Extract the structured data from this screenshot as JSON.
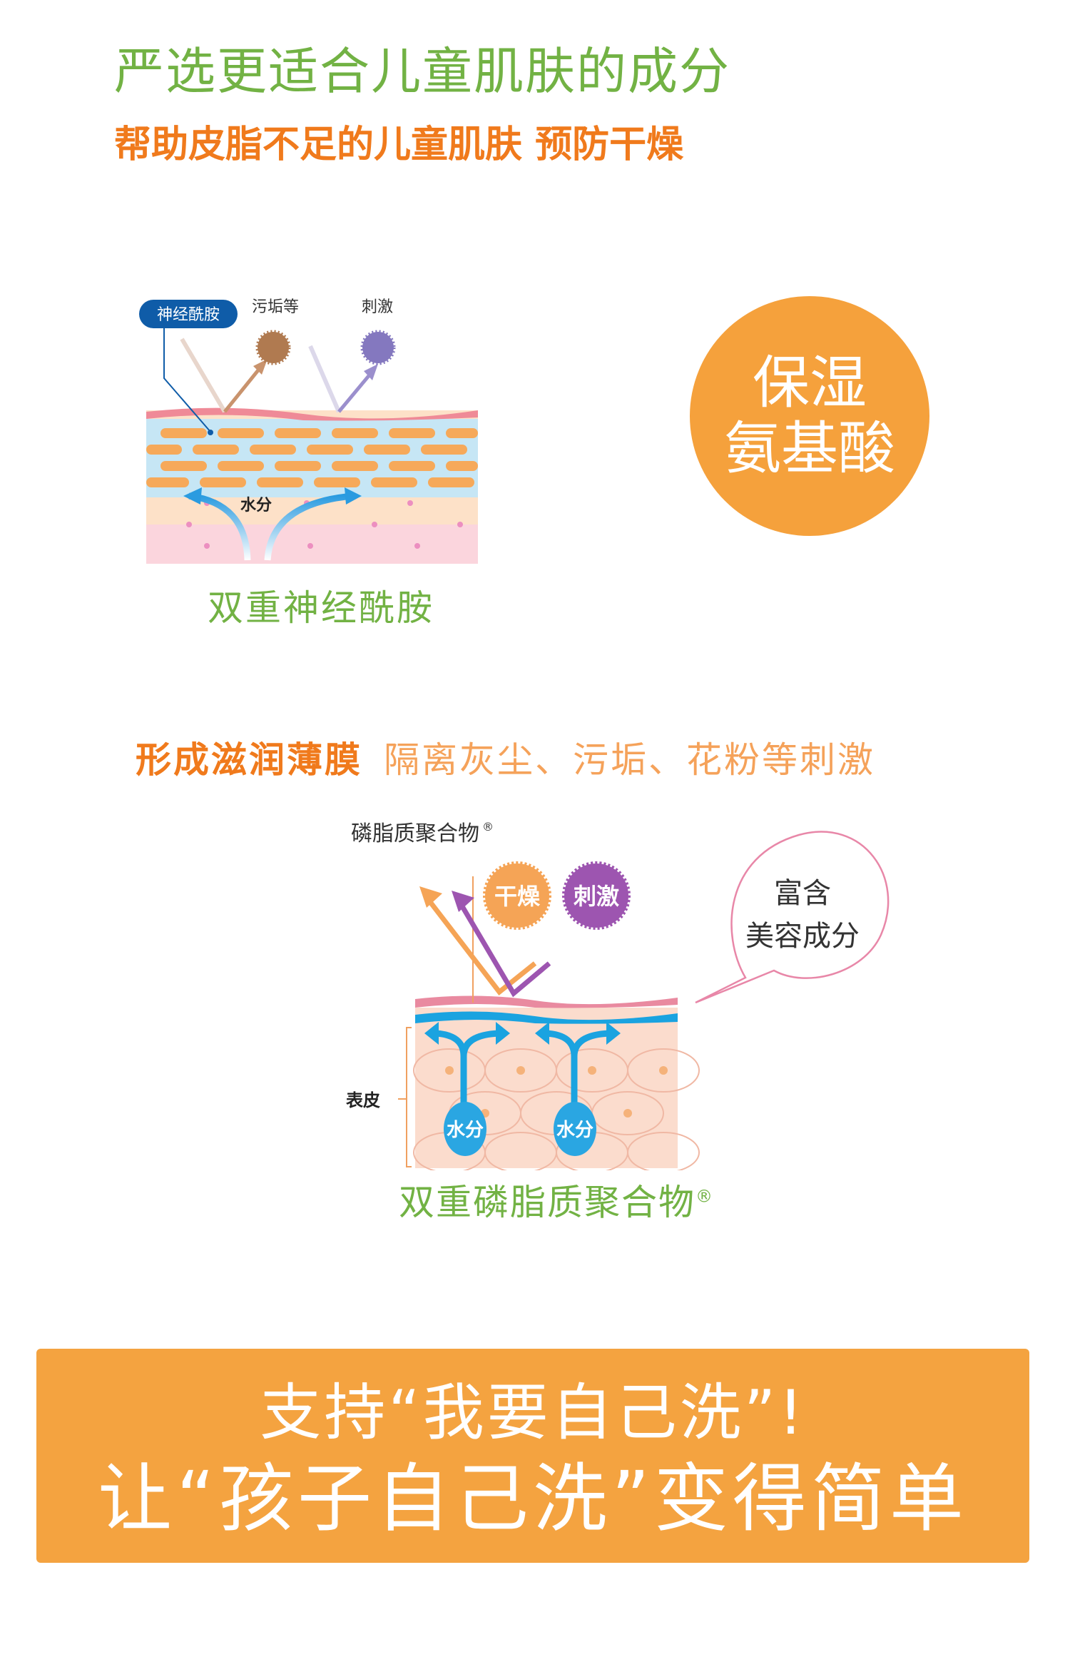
{
  "header": {
    "title": "严选更适合儿童肌肤的成分",
    "subtitle": "帮助皮脂不足的儿童肌肤  预防干燥"
  },
  "ceramide": {
    "tag": "神经酰胺",
    "dirt": "污垢等",
    "irritant": "刺激",
    "water": "水分",
    "caption": "双重神经酰胺"
  },
  "amino": {
    "line1": "保湿",
    "line2": "氨基酸"
  },
  "film": {
    "emphasis": "形成滋润薄膜",
    "detail": "隔离灰尘、污垢、花粉等刺激"
  },
  "phospholipid": {
    "label": "磷脂质聚合物",
    "reg": "®",
    "dry": "干燥",
    "irritant": "刺激",
    "bubble_line1": "富含",
    "bubble_line2": "美容成分",
    "epidermis": "表皮",
    "water": "水分",
    "caption": "双重磷脂质聚合物",
    "caption_reg": "®"
  },
  "banner": {
    "line1": "支持“我要自己洗”!",
    "line2": "让“孩子自己洗”变得简单"
  },
  "colors": {
    "green": "#72b244",
    "orange": "#f07a1c",
    "banner": "#f4a340"
  }
}
